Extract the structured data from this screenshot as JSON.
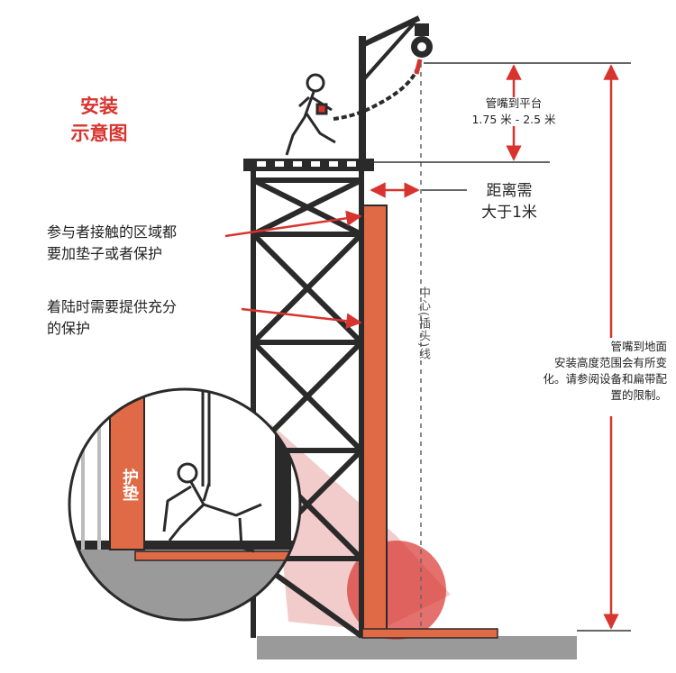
{
  "title": {
    "line1": "安装",
    "line2": "示意图"
  },
  "left_labels": {
    "contact_area_line1": "参与者接触的区域都",
    "contact_area_line2": "要加垫子或者保护",
    "landing_line1": "着陆时需要提供充分",
    "landing_line2": "的保护"
  },
  "nozzle_platform": {
    "line1": "管嘴到平台",
    "line2": "1.75 米 - 2.5 米"
  },
  "distance": {
    "line1": "距离需",
    "line2": "大于1米"
  },
  "center_line_label": "中心(插头)线",
  "nozzle_ground": {
    "line1": "管嘴到地面",
    "line2": "安装高度范围会有所变",
    "line3": "化。请参阅设备和扁带配",
    "line4": "置的限制。"
  },
  "pad_label": "护垫",
  "colors": {
    "accent_red": "#d8342f",
    "pad_orange": "#e06a45",
    "structure_dark": "#2a2a2a",
    "ground_gray": "#9a9a9a"
  }
}
